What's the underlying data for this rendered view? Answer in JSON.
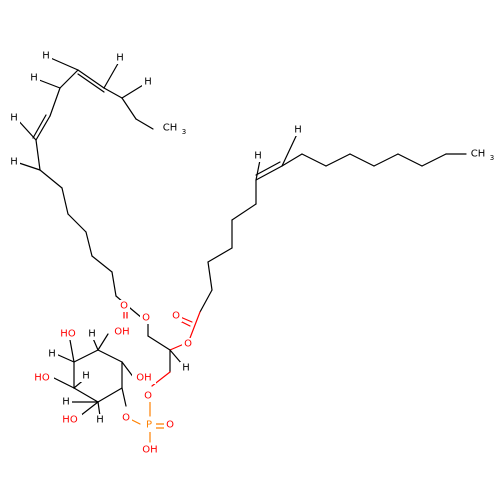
{
  "colors": {
    "background": "#ffffff",
    "carbon": "#000000",
    "oxygen": "#ff0000",
    "phosphorus": "#ff8000"
  },
  "labels": {
    "h": "H",
    "ch3": "CH",
    "ch3_sub": "3",
    "o": "O",
    "oh": "OH",
    "ho": "HO",
    "p": "P"
  }
}
